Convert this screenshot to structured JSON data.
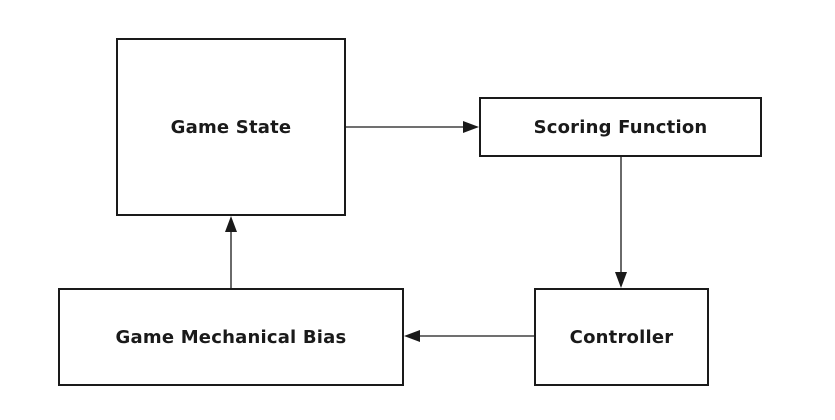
{
  "nodes": {
    "game_state": "Game State",
    "scoring_function": "Scoring Function",
    "controller": "Controller",
    "game_mechanical_bias": "Game Mechanical Bias"
  },
  "colors": {
    "stroke": "#1a1a1a",
    "background": "#ffffff"
  }
}
